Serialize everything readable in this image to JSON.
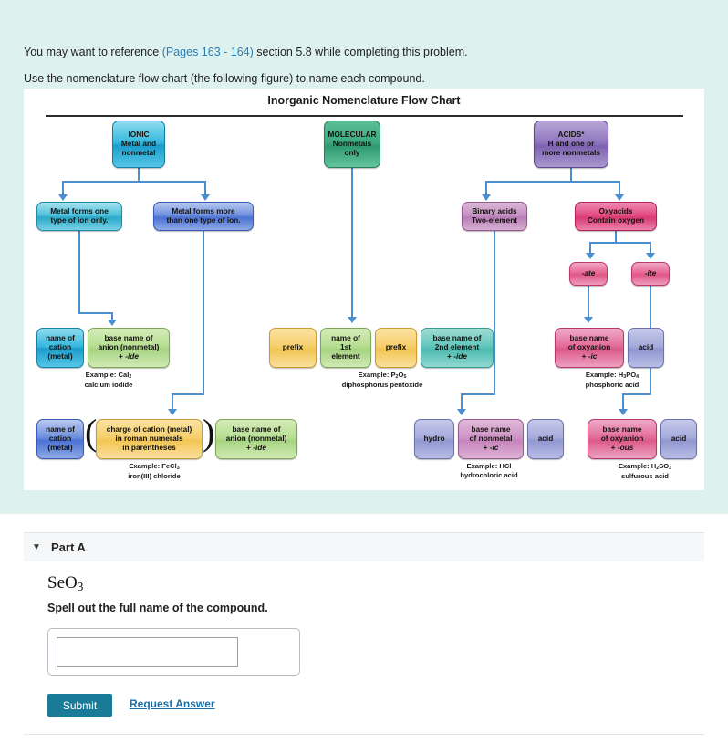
{
  "intro": {
    "line1_before": "You may want to reference ",
    "line1_link": "(Pages 163 - 164)",
    "line1_after": " section 5.8 while completing this problem.",
    "line2": "Use the nomenclature flow chart (the following figure) to name each compound."
  },
  "figure": {
    "title": "Inorganic Nomenclature Flow Chart",
    "branches": {
      "ionic": {
        "root": "IONIC\nMetal and\nnonmetal",
        "root_l1": "IONIC",
        "root_l2": "Metal and",
        "root_l3": "nonmetal",
        "left_test_l1": "Metal forms one",
        "left_test_l2": "type of ion only.",
        "right_test_l1": "Metal forms more",
        "right_test_l2": "than one type of ion.",
        "left_result": {
          "box1_l1": "name of",
          "box1_l2": "cation",
          "box1_l3": "(metal)",
          "box2_l1": "base name of",
          "box2_l2": "anion (nonmetal)",
          "box2_l3": "+ -ide",
          "example_l1": "Example: CaI2",
          "example_l2": "calcium iodide"
        },
        "right_result": {
          "box1_l1": "name of",
          "box1_l2": "cation",
          "box1_l3": "(metal)",
          "box2_l1": "charge of cation (metal)",
          "box2_l2": "in roman numerals",
          "box2_l3": "in parentheses",
          "box3_l1": "base name of",
          "box3_l2": "anion (nonmetal)",
          "box3_l3": "+ -ide",
          "example_l1": "Example: FeCl3",
          "example_l2": "iron(III) chloride"
        }
      },
      "molecular": {
        "root_l1": "MOLECULAR",
        "root_l2": "Nonmetals",
        "root_l3": "only",
        "result": {
          "box1": "prefix",
          "box2_l1": "name of",
          "box2_l2": "1st",
          "box2_l3": "element",
          "box3": "prefix",
          "box4_l1": "base name of",
          "box4_l2": "2nd element",
          "box4_l3": "+ -ide",
          "example_l1": "Example: P2O5",
          "example_l2": "diphosphorus pentoxide"
        }
      },
      "acids": {
        "root_l1": "ACIDS*",
        "root_l2": "H and one or",
        "root_l3": "more nonmetals",
        "binary_l1": "Binary acids",
        "binary_l2": "Two-element",
        "oxy_l1": "Oxyacids",
        "oxy_l2": "Contain oxygen",
        "suffix_ate": "-ate",
        "suffix_ite": "-ite",
        "oxy_ate_result": {
          "box1_l1": "base name",
          "box1_l2": "of oxyanion",
          "box1_l3": "+ -ic",
          "box2": "acid",
          "example_l1": "Example: H3PO4",
          "example_l2": "phosphoric acid"
        },
        "binary_result": {
          "box1": "hydro",
          "box2_l1": "base name",
          "box2_l2": "of nonmetal",
          "box2_l3": "+ -ic",
          "box3": "acid",
          "example_l1": "Example: HCl",
          "example_l2": "hydrochloric acid"
        },
        "oxy_ite_result": {
          "box1_l1": "base name",
          "box1_l2": "of oxyanion",
          "box1_l3": "+ -ous",
          "box2": "acid",
          "example_l1": "Example: H2SO3",
          "example_l2": "sulfurous acid"
        }
      }
    }
  },
  "partA": {
    "title": "Part A",
    "caret": "▼",
    "formula": "SeO3",
    "formula_base": "SeO",
    "formula_sub": "3",
    "prompt": "Spell out the full name of the compound.",
    "answer_value": "",
    "answer_placeholder": "",
    "submit_label": "Submit",
    "request_answer_label": "Request Answer"
  },
  "colors": {
    "page_background": "#ddf1ef",
    "panel_background": "#ffffff",
    "connector": "#4a8fd0",
    "submit": "#1a7b98",
    "link": "#2a7fb5",
    "request_link": "#1a6fa8"
  }
}
